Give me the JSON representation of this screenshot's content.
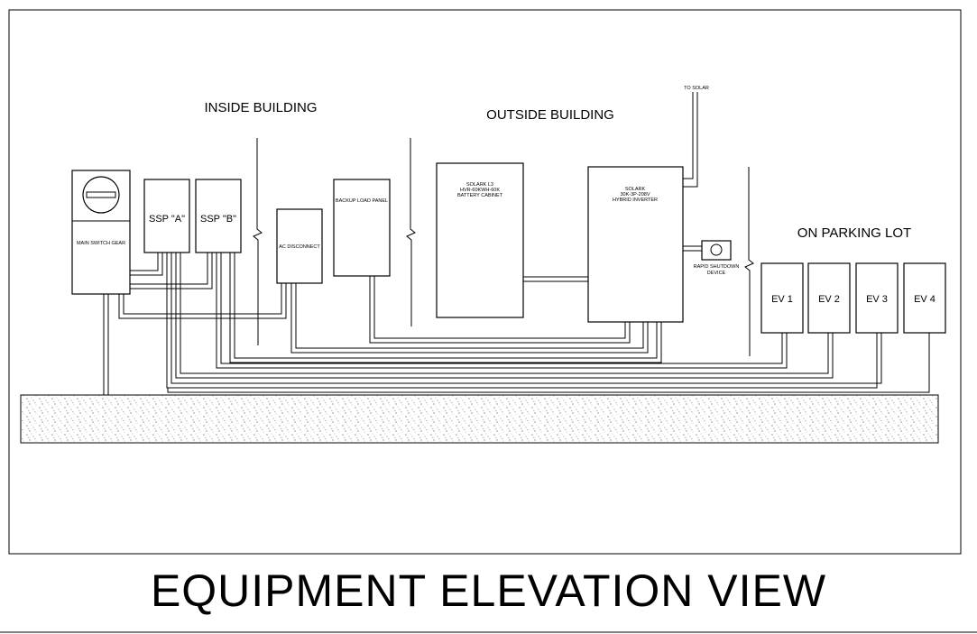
{
  "title": "EQUIPMENT ELEVATION VIEW",
  "zones": {
    "inside": "INSIDE BUILDING",
    "outside": "OUTSIDE BUILDING",
    "parking": "ON PARKING LOT"
  },
  "to_solar": "TO SOLAR",
  "equipment": {
    "main_switch": "MAIN SWITCH GEAR",
    "ssp_a": "SSP \"A\"",
    "ssp_b": "SSP \"B\"",
    "ac_disconnect": "AC DISCONNECT",
    "backup_panel": "BACKUP LOAD PANEL",
    "battery_line1": "SOLARK L3",
    "battery_line2": "HVR-60KWH-60K",
    "battery_line3": "BATTERY CABINET",
    "inverter_line1": "SOLARK",
    "inverter_line2": "30K-3P-208V",
    "inverter_line3": "HYBRID INVERTER",
    "rsd_line1": "RAPID SHUTDOWN",
    "rsd_line2": "DEVICE"
  },
  "ev_chargers": [
    "EV 1",
    "EV 2",
    "EV 3",
    "EV 4"
  ]
}
